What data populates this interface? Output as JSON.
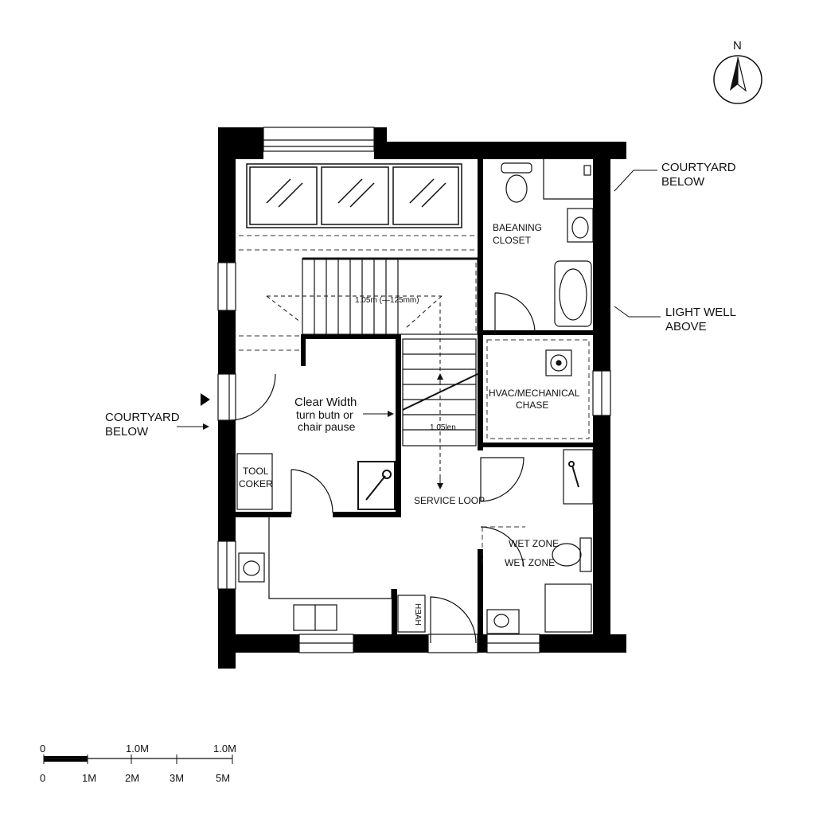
{
  "compass": {
    "north_label": "N",
    "icon": "north-arrow-icon"
  },
  "callouts": {
    "courtyard_below_right": [
      "COURTYARD",
      "BELOW"
    ],
    "light_well_above": [
      "LIGHT WELL",
      "ABOVE"
    ],
    "courtyard_below_left": [
      "COURTYARD",
      "BELOW"
    ]
  },
  "rooms": {
    "bathroom_closet": [
      "BAEANING",
      "CLOSET"
    ],
    "hvac_chase": [
      "HVAC/MECHANICAL",
      "CHASE"
    ],
    "clear_width": [
      "Clear Width",
      "turn butn or",
      "chair pause"
    ],
    "tool_locker": [
      "TOOL",
      "COKER"
    ],
    "service_loop": "SERVICE LOOP",
    "wet_zone_1": "WET ZONE",
    "wet_zone_2": "WET ZONE",
    "small_label": "HƎAH"
  },
  "dimensions": {
    "stair_width": "1.05m (—125mm)",
    "stair_width_2": "1.05len"
  },
  "scale_bar": {
    "top_labels": [
      "0",
      "1.0M",
      "1.0M"
    ],
    "bottom_labels": [
      "0",
      "1M",
      "2M",
      "3M",
      "5M"
    ]
  },
  "colors": {
    "wall": "#000000",
    "line": "#111111",
    "background": "#ffffff"
  }
}
